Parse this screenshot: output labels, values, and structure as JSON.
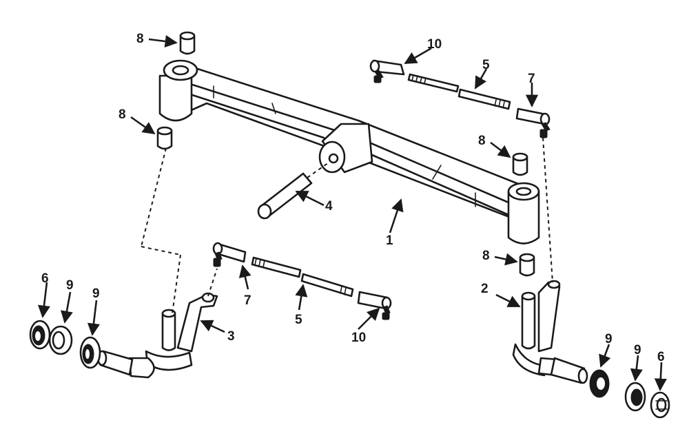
{
  "diagram": {
    "kind": "exploded parts diagram",
    "callouts": {
      "axle": "1",
      "spindle_right": "2",
      "spindle_left": "3",
      "pivot_pin": "4",
      "tie_rod_left": "5",
      "tie_rod_right": "5",
      "outer_bearing_left": "6",
      "outer_bearing_right": "6",
      "ball_joint_left": "7",
      "ball_joint_right": "7",
      "bushing_top_left": "8",
      "bushing_bottom_left": "8",
      "bushing_top_right": "8",
      "bushing_bottom_right": "8",
      "bearing_left_a": "9",
      "bearing_left_b": "9",
      "bearing_right_a": "9",
      "bearing_right_b": "9",
      "tie_rod_end_left": "10",
      "tie_rod_end_right": "10"
    }
  }
}
